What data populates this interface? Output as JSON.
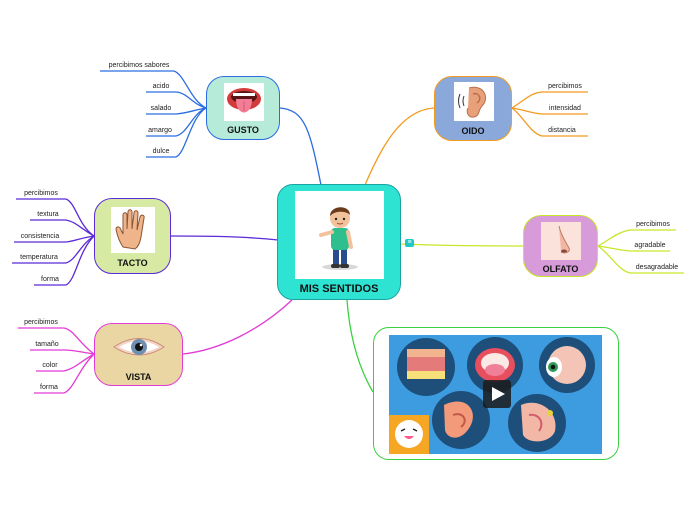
{
  "center": {
    "label": "MIS SENTIDOS"
  },
  "topics": {
    "gusto": {
      "label": "GUSTO",
      "items": [
        "percibimos sabores",
        "acido",
        "salado",
        "amargo",
        "dulce"
      ]
    },
    "oido": {
      "label": "OIDO",
      "items": [
        "percibimos",
        "intensidad",
        "distancia"
      ]
    },
    "tacto": {
      "label": "TACTO",
      "items": [
        "percibimos",
        "textura",
        "consistencia",
        "temperatura",
        "forma"
      ]
    },
    "olfato": {
      "label": "OLFATO",
      "items": [
        "percibimos",
        "agradable",
        "desagradable"
      ]
    },
    "vista": {
      "label": "VISTA",
      "items": [
        "percibimos",
        "tamaño",
        "color",
        "forma"
      ]
    }
  },
  "note_icon": "notes-icon",
  "media": {
    "type": "video",
    "icons": [
      "play-icon",
      "smiley-logo-icon"
    ]
  },
  "colors": {
    "gusto": "#2b6de0",
    "oido": "#f29a1e",
    "tacto": "#5a2bd6",
    "olfato": "#c8e62a",
    "vista": "#e23ad6",
    "center": "#1aa3a3",
    "media": "#39d13f"
  }
}
